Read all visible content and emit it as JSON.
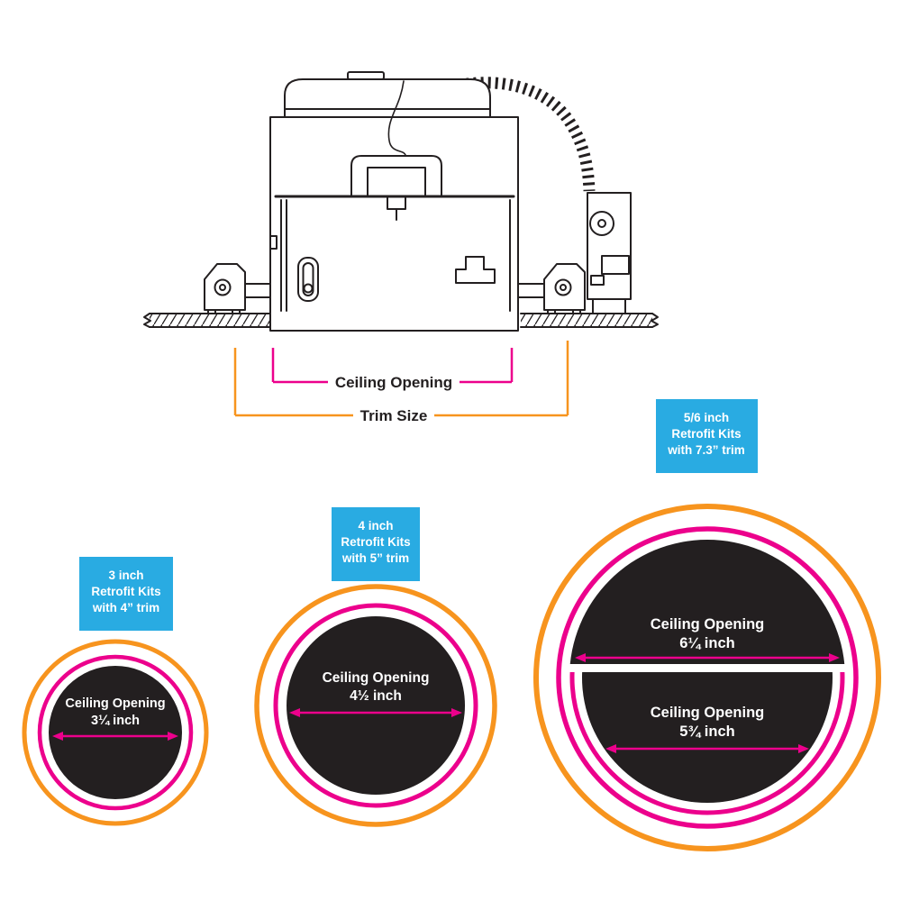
{
  "colors": {
    "orange": "#F7941E",
    "pink": "#EC008C",
    "cyan": "#29ABE2",
    "ink": "#231F20"
  },
  "top_diagram": {
    "ceiling_opening_label": "Ceiling Opening",
    "trim_size_label": "Trim Size"
  },
  "kits": [
    {
      "label_lines": [
        "3 inch",
        "Retrofit Kits",
        "with 4” trim"
      ],
      "opening_label": "Ceiling Opening",
      "opening_size": "3¼ inch"
    },
    {
      "label_lines": [
        "4 inch",
        "Retrofit Kits",
        "with 5” trim"
      ],
      "opening_label": "Ceiling Opening",
      "opening_size": "4½ inch"
    },
    {
      "label_lines": [
        "5/6 inch",
        "Retrofit Kits",
        "with 7.3” trim"
      ],
      "openings": [
        {
          "label": "Ceiling Opening",
          "size": "6¼ inch"
        },
        {
          "label": "Ceiling Opening",
          "size": "5¾ inch"
        }
      ]
    }
  ]
}
